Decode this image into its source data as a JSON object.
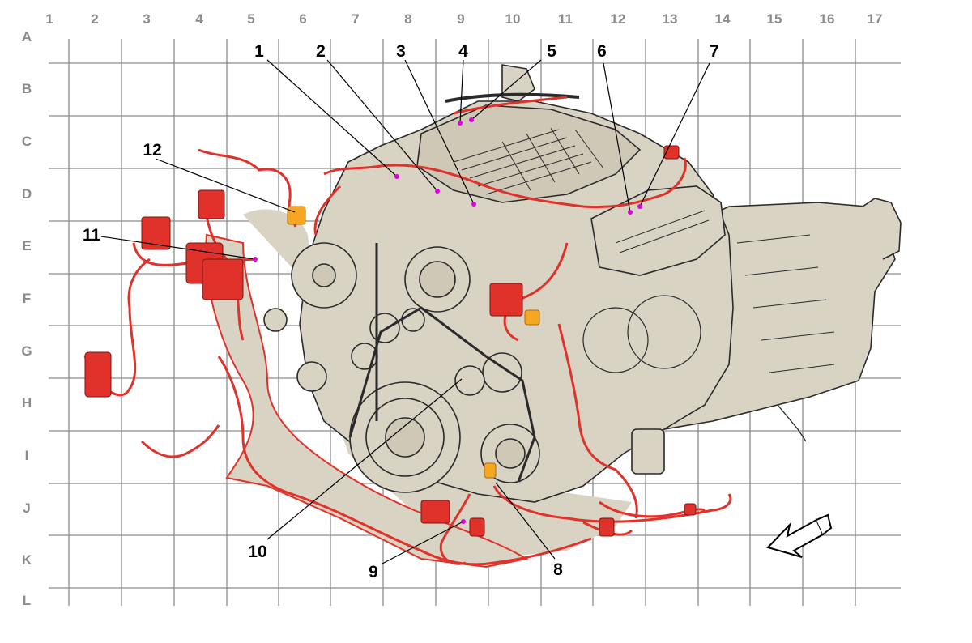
{
  "grid": {
    "columns": [
      "1",
      "2",
      "3",
      "4",
      "5",
      "6",
      "7",
      "8",
      "9",
      "10",
      "11",
      "12",
      "13",
      "14",
      "15",
      "16",
      "17"
    ],
    "rows": [
      "A",
      "B",
      "C",
      "D",
      "E",
      "F",
      "G",
      "H",
      "I",
      "J",
      "K",
      "L"
    ]
  },
  "callouts": [
    "1",
    "2",
    "3",
    "4",
    "5",
    "6",
    "7",
    "8",
    "9",
    "10",
    "11",
    "12"
  ],
  "colors": {
    "grid_line": "#8c8c8c",
    "grid_label": "#8a8a8a",
    "engine_fill": "#d9d3c4",
    "engine_line": "#2a2a2a",
    "harness": "#e0322b",
    "harness_fill": "#f0b2aa",
    "connector_highlight": "#f5a623",
    "location_dot": "#e000e0"
  },
  "icons": {
    "orientation_arrow": "front-arrow-icon"
  }
}
